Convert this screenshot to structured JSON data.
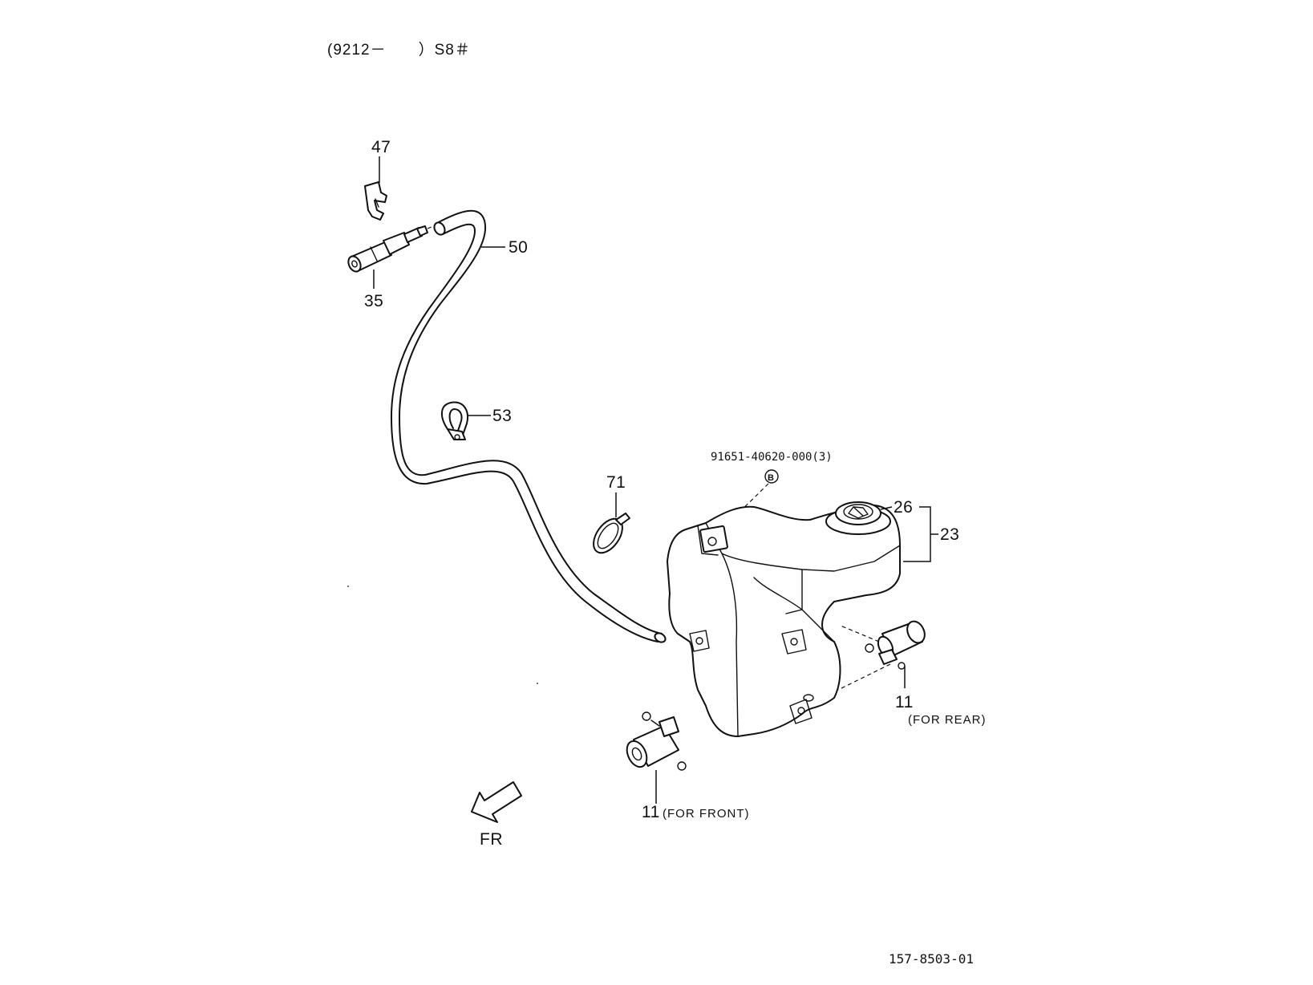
{
  "header": {
    "text": "(9212－　　）S8＃"
  },
  "labels": {
    "nozzle_clip": "47",
    "hose": "50",
    "nozzle": "35",
    "hose_clamp": "53",
    "band": "71",
    "bolt_part": "91651-40620-000(3)",
    "bolt_ref": "B",
    "cap": "26",
    "tank_assy": "23",
    "rear_motor_num": "11",
    "rear_motor_note": "(FOR REAR)",
    "front_motor_num": "11",
    "front_motor_note": "(FOR FRONT)",
    "direction": "FR"
  },
  "footer": {
    "code": "157-8503-01"
  }
}
